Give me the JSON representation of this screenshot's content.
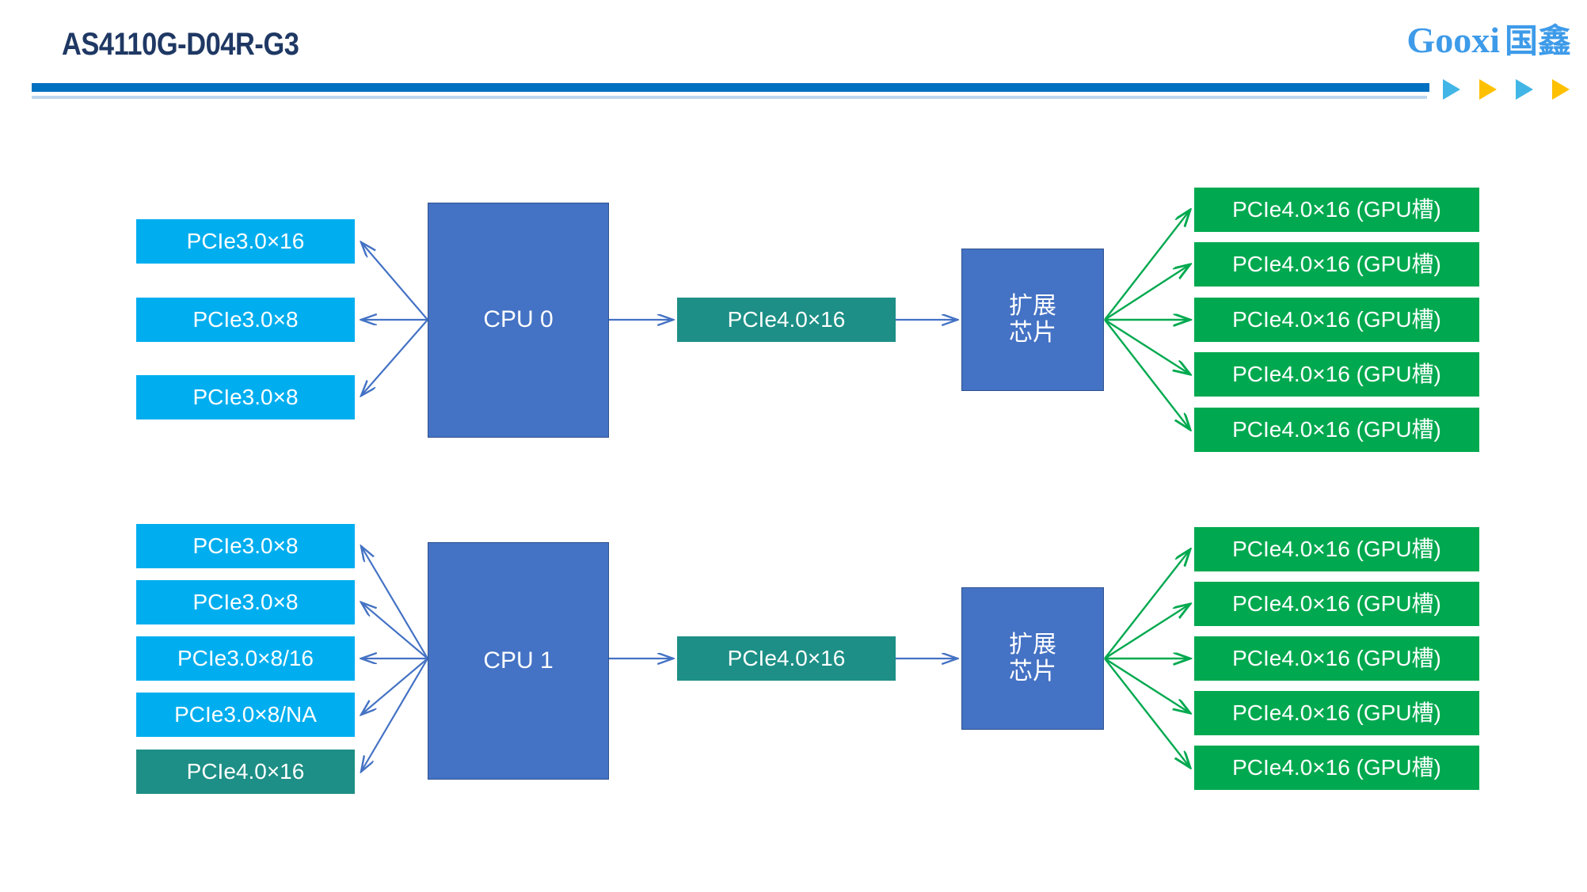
{
  "header": {
    "title": "AS4110G-D04R-G3",
    "brand_latin": "Gooxi",
    "brand_cn": "国鑫",
    "rule_color": "#0070C0",
    "rule_accent_color": "#BDD7EE",
    "arrows": [
      {
        "name": "header-arrow-1",
        "color": "#41B6E6"
      },
      {
        "name": "header-arrow-2",
        "color": "#FFC000"
      },
      {
        "name": "header-arrow-3",
        "color": "#41B6E6"
      },
      {
        "name": "header-arrow-4",
        "color": "#FFC000"
      }
    ]
  },
  "colors": {
    "title": "#1F3864",
    "brand": "#3E9BE9",
    "lightblue_box": "#00AEEF",
    "teal_box": "#1D8F86",
    "green_box": "#00A94F",
    "cpu_box": "#4472C4",
    "cpu_box_border": "#2F528F",
    "blue_connector": "#4472C4",
    "green_connector": "#00A94F"
  },
  "diagram": {
    "type": "block-diagram",
    "groups": [
      {
        "id": "cpu0-group",
        "cpu": {
          "label": "CPU 0"
        },
        "left_slots": [
          {
            "label": "PCIe3.0×16",
            "style": "lightblue"
          },
          {
            "label": "PCIe3.0×8",
            "style": "lightblue"
          },
          {
            "label": "PCIe3.0×8",
            "style": "lightblue"
          }
        ],
        "uplink": {
          "label": "PCIe4.0×16",
          "style": "teal"
        },
        "switch": {
          "label": "扩展\n芯片"
        },
        "gpu_slots": [
          {
            "label": "PCIe4.0×16 (GPU槽)",
            "style": "green"
          },
          {
            "label": "PCIe4.0×16 (GPU槽)",
            "style": "green"
          },
          {
            "label": "PCIe4.0×16 (GPU槽)",
            "style": "green"
          },
          {
            "label": "PCIe4.0×16 (GPU槽)",
            "style": "green"
          },
          {
            "label": "PCIe4.0×16 (GPU槽)",
            "style": "green"
          }
        ]
      },
      {
        "id": "cpu1-group",
        "cpu": {
          "label": "CPU 1"
        },
        "left_slots": [
          {
            "label": "PCIe3.0×8",
            "style": "lightblue"
          },
          {
            "label": "PCIe3.0×8",
            "style": "lightblue"
          },
          {
            "label": "PCIe3.0×8/16",
            "style": "lightblue"
          },
          {
            "label": "PCIe3.0×8/NA",
            "style": "lightblue"
          },
          {
            "label": "PCIe4.0×16",
            "style": "teal"
          }
        ],
        "uplink": {
          "label": "PCIe4.0×16",
          "style": "teal"
        },
        "switch": {
          "label": "扩展\n芯片"
        },
        "gpu_slots": [
          {
            "label": "PCIe4.0×16 (GPU槽)",
            "style": "green"
          },
          {
            "label": "PCIe4.0×16 (GPU槽)",
            "style": "green"
          },
          {
            "label": "PCIe4.0×16 (GPU槽)",
            "style": "green"
          },
          {
            "label": "PCIe4.0×16 (GPU槽)",
            "style": "green"
          },
          {
            "label": "PCIe4.0×16 (GPU槽)",
            "style": "green"
          }
        ]
      }
    ]
  }
}
